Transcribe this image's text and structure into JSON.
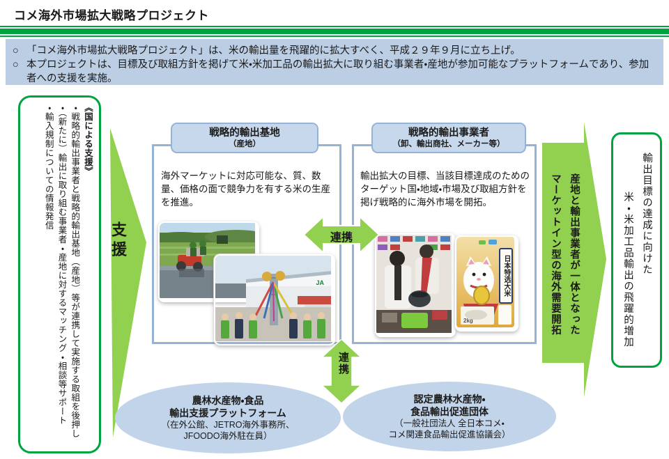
{
  "page": {
    "title": "コメ海外市場拡大戦略プロジェクト"
  },
  "colors": {
    "accent_green": "#00A43F",
    "arrow_green": "#92D050",
    "panel_blue": "#BCCEE4",
    "box_border_blue": "#95B3D7",
    "header_fill_blue": "#C7D8EC",
    "ellipse_blue": "#C2D4E9"
  },
  "intro": {
    "marker": "○",
    "bullet1": "「コメ海外市場拡大戦略プロジェクト」は、米の輸出量を飛躍的に拡大すべく、平成２９年９月に立ち上げ。",
    "bullet2": "本プロジェクトは、目標及び取組方針を掲げて米・米加工品の輸出拡大に取り組む事業者・産地が参加可能なプラットフォームであり、参加者への支援を実施。"
  },
  "support_box": {
    "heading": "《国による支援》",
    "items": [
      "・戦略的輸出事業者と戦略的輸出基地（産地）等が連携して実施する取組を後押し",
      "・（新たに）輸出に取り組む事業者・産地に対するマッチング・相談等サポート",
      "・輸入規制についての情報発信"
    ]
  },
  "arrows": {
    "shien": "支援",
    "renkei_mid": "連携",
    "renkei_bottom": "連携",
    "market_in": "産地と輸出事業者が一体となった\nマーケットイン型の海外需要開拓"
  },
  "base_box": {
    "header_title": "戦略的輸出基地",
    "header_sub": "（産地）",
    "body": "海外マーケットに対応可能な、質、数量、価格の面で競争力を有する米の生産を推進。"
  },
  "trader_box": {
    "header_title": "戦略的輸出事業者",
    "header_sub": "（卸、輸出商社、メーカー等）",
    "body": "輸出拡大の目標、当該目標達成のためのターゲット国・地域・市場及び取組方針を掲げ戦略的に海外市場を開拓。"
  },
  "goal_box": {
    "line1": "輸出目標の達成に向けた",
    "line2": "米・米加工品輸出の飛躍的増加"
  },
  "platform_ellipse": {
    "line1": "農林水産物・食品",
    "line2": "輸出支援プラットフォーム",
    "line3": "（在外公館、JETRO海外事務所、",
    "line4": "JFOODO海外駐在員）"
  },
  "org_ellipse": {
    "line1": "認定農林水産物・",
    "line2": "食品輸出促進団体",
    "line3": "（一般社団法人 全日本コメ・",
    "line4": "コメ関連食品輸出促進協議会）"
  },
  "photos": {
    "rice_bag_label": "日本特选大米",
    "rice_bag_weight": "2kg",
    "building_logo": "JA"
  }
}
